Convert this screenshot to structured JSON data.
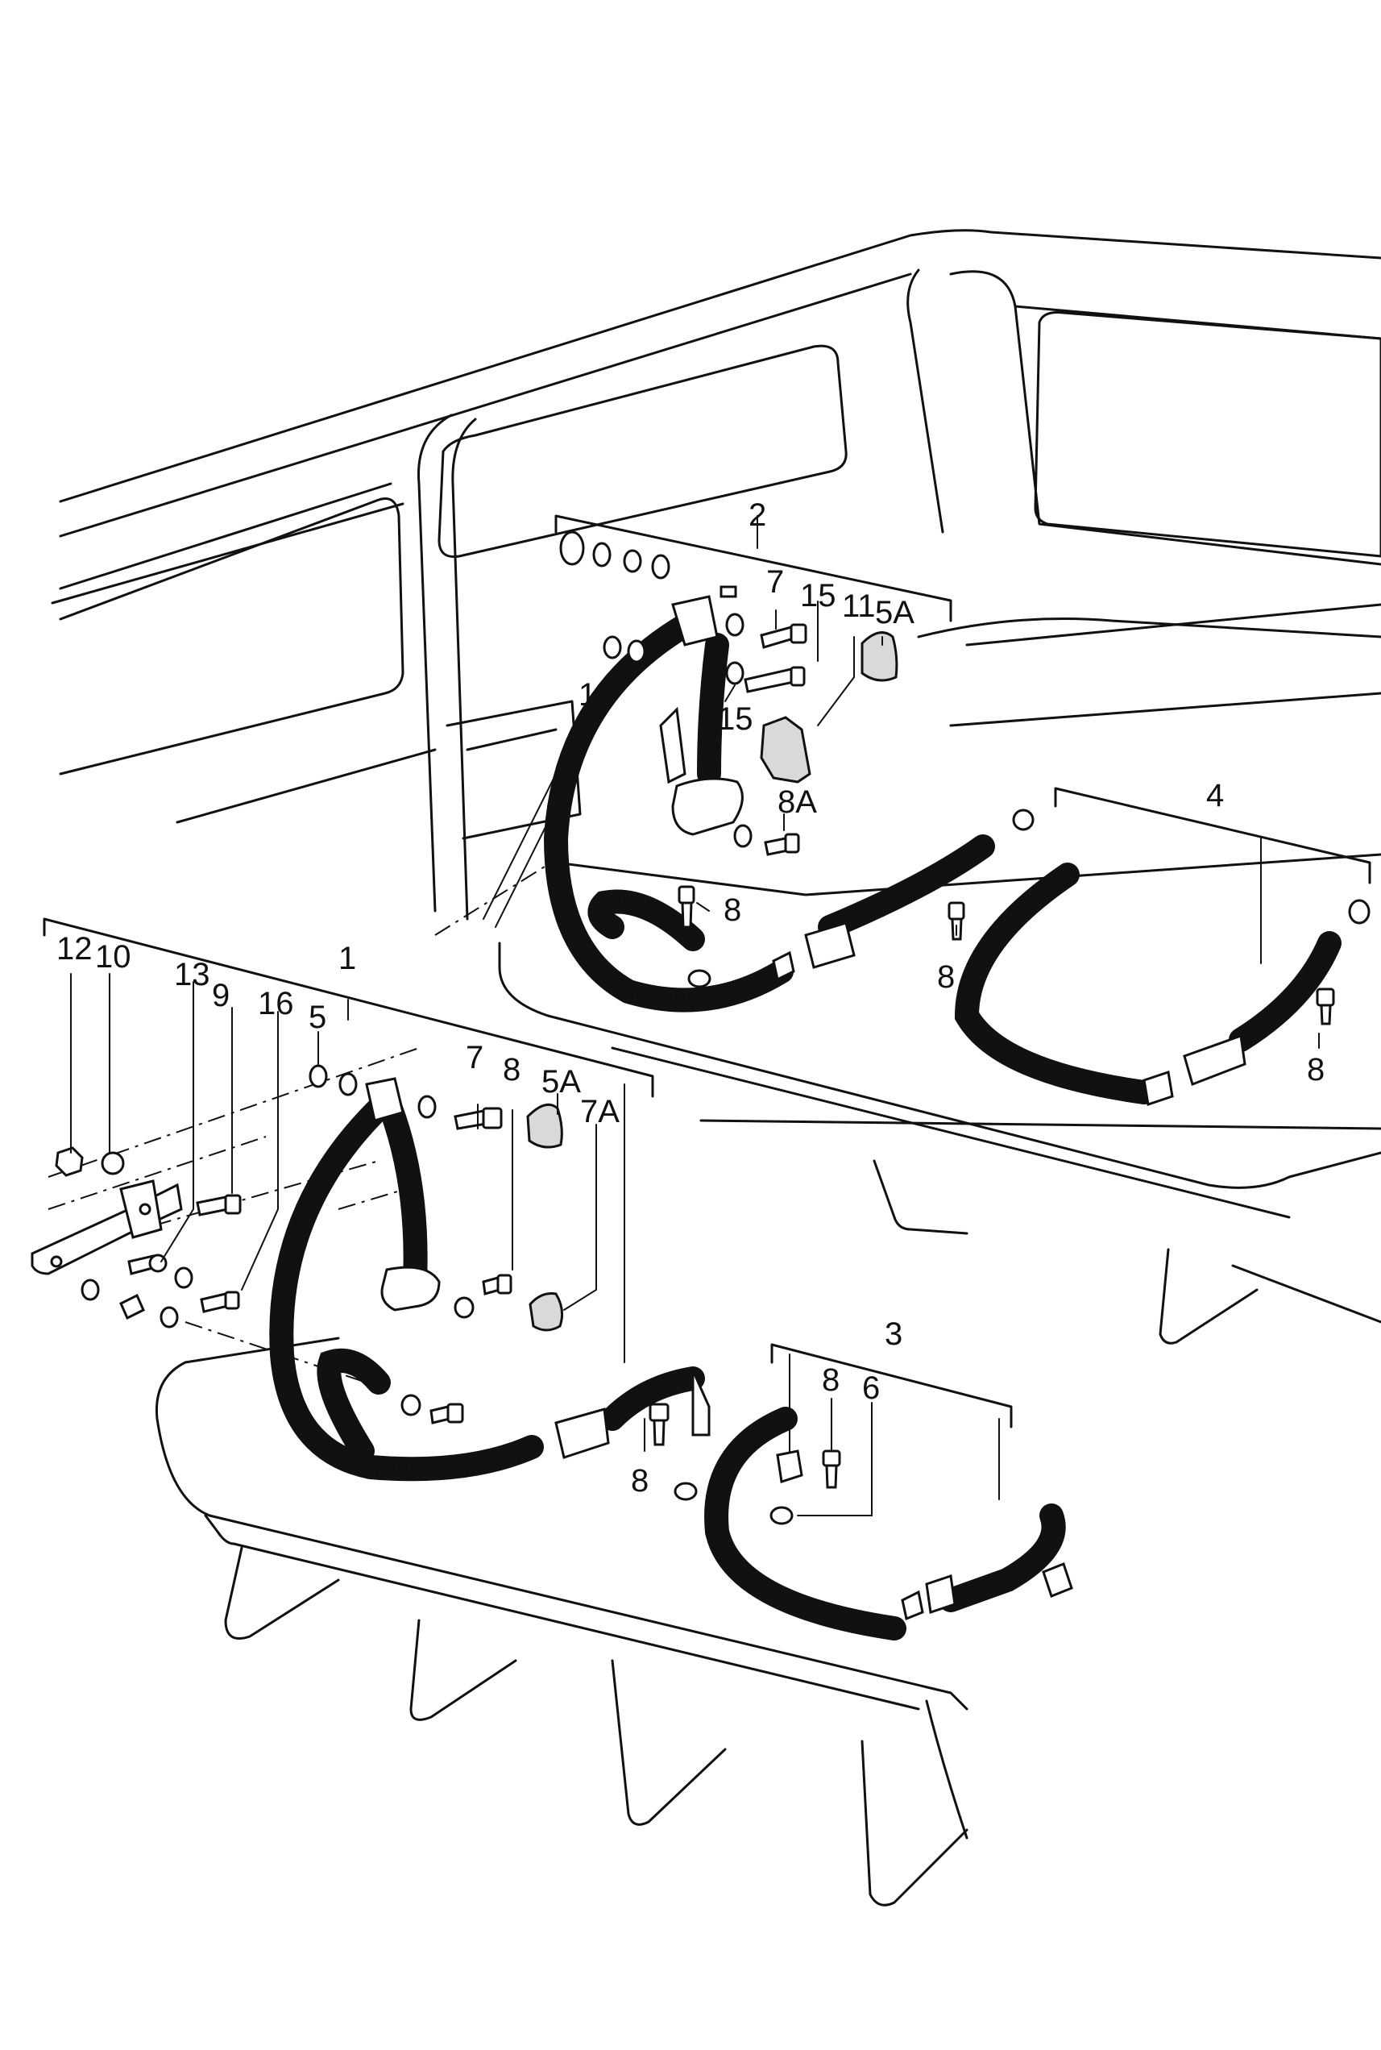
{
  "labels": [
    {
      "id": "1",
      "text": "1"
    },
    {
      "id": "2",
      "text": "2"
    },
    {
      "id": "3",
      "text": "3"
    },
    {
      "id": "4",
      "text": "4"
    },
    {
      "id": "5",
      "text": "5"
    },
    {
      "id": "5A_top",
      "text": "5A"
    },
    {
      "id": "5A_bottom",
      "text": "5A"
    },
    {
      "id": "6",
      "text": "6"
    },
    {
      "id": "7_top",
      "text": "7"
    },
    {
      "id": "7_bottom",
      "text": "7"
    },
    {
      "id": "7A",
      "text": "7A"
    },
    {
      "id": "8_a",
      "text": "8"
    },
    {
      "id": "8_b",
      "text": "8"
    },
    {
      "id": "8_c",
      "text": "8"
    },
    {
      "id": "8_d",
      "text": "8"
    },
    {
      "id": "8_e",
      "text": "8"
    },
    {
      "id": "8_f",
      "text": "8"
    },
    {
      "id": "8A",
      "text": "8A"
    },
    {
      "id": "9",
      "text": "9"
    },
    {
      "id": "10",
      "text": "10"
    },
    {
      "id": "11",
      "text": "11"
    },
    {
      "id": "12",
      "text": "12"
    },
    {
      "id": "13",
      "text": "13"
    },
    {
      "id": "14",
      "text": "14"
    },
    {
      "id": "15_a",
      "text": "15"
    },
    {
      "id": "15_b",
      "text": "15"
    },
    {
      "id": "16",
      "text": "16"
    }
  ]
}
